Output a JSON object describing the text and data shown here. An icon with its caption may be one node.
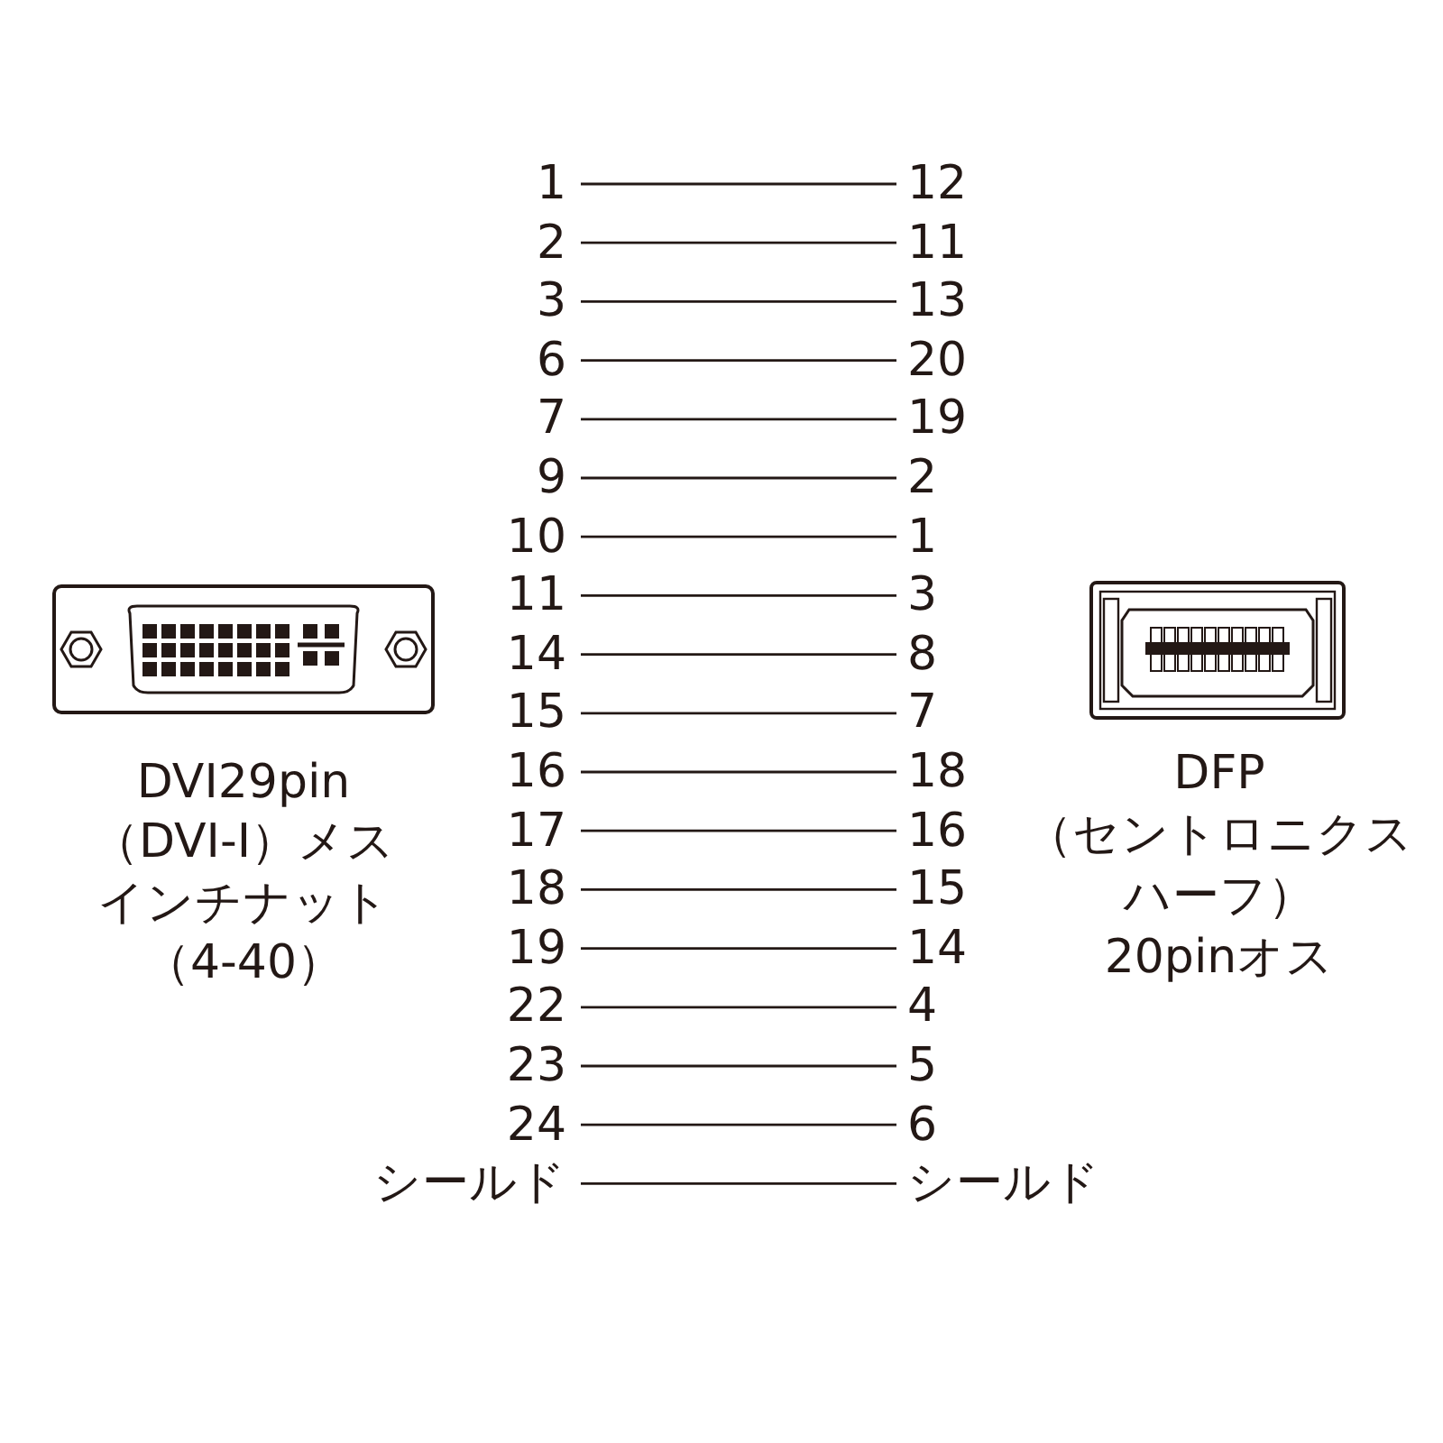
{
  "diagram": {
    "nodes": [
      {
        "text": [
          "1"
        ]
      },
      {
        "text": [
          "12"
        ]
      },
      {
        "text": [
          "2"
        ]
      },
      {
        "text": [
          "11"
        ]
      },
      {
        "text": [
          "3"
        ]
      },
      {
        "text": [
          "13"
        ]
      },
      {
        "text": [
          "6"
        ]
      },
      {
        "text": [
          "20"
        ]
      },
      {
        "text": [
          "7"
        ]
      },
      {
        "text": [
          "19"
        ]
      },
      {
        "text": [
          "9"
        ]
      },
      {
        "text": [
          "2"
        ]
      },
      {
        "text": [
          "10"
        ]
      },
      {
        "text": [
          "1"
        ]
      },
      {
        "text": [
          "11"
        ]
      },
      {
        "text": [
          "3"
        ]
      },
      {
        "text": [
          "14"
        ]
      },
      {
        "text": [
          "8"
        ]
      },
      {
        "text": [
          "15"
        ]
      },
      {
        "text": [
          "7"
        ]
      },
      {
        "text": [
          "16"
        ]
      },
      {
        "text": [
          "18"
        ]
      },
      {
        "text": [
          "17"
        ]
      },
      {
        "text": [
          "16"
        ]
      },
      {
        "text": [
          "18"
        ]
      },
      {
        "text": [
          "15"
        ]
      },
      {
        "text": [
          "19"
        ]
      },
      {
        "text": [
          "14"
        ]
      },
      {
        "text": [
          "22"
        ]
      },
      {
        "text": [
          "4"
        ]
      },
      {
        "text": [
          "23"
        ]
      },
      {
        "text": [
          "5"
        ]
      },
      {
        "text": [
          "24"
        ]
      },
      {
        "text": [
          "6"
        ]
      },
      {
        "text": [
          "シールド"
        ]
      },
      {
        "text": [
          "シールド"
        ]
      }
    ],
    "edges": [
      {
        "from": 0,
        "to": 1,
        "arrow": "none"
      },
      {
        "from": 2,
        "to": 3,
        "arrow": "none"
      },
      {
        "from": 4,
        "to": 5,
        "arrow": "none"
      },
      {
        "from": 6,
        "to": 7,
        "arrow": "none"
      },
      {
        "from": 8,
        "to": 9,
        "arrow": "none"
      },
      {
        "from": 10,
        "to": 11,
        "arrow": "none"
      },
      {
        "from": 12,
        "to": 13,
        "arrow": "none"
      },
      {
        "from": 14,
        "to": 15,
        "arrow": "none"
      },
      {
        "from": 16,
        "to": 17,
        "arrow": "none"
      },
      {
        "from": 18,
        "to": 19,
        "arrow": "none"
      },
      {
        "from": 20,
        "to": 21,
        "arrow": "none"
      },
      {
        "from": 22,
        "to": 23,
        "arrow": "none"
      },
      {
        "from": 24,
        "to": 25,
        "arrow": "none"
      },
      {
        "from": 26,
        "to": 27,
        "arrow": "none"
      },
      {
        "from": 28,
        "to": 29,
        "arrow": "none"
      },
      {
        "from": 30,
        "to": 31,
        "arrow": "none"
      },
      {
        "from": 32,
        "to": 33,
        "arrow": "none"
      },
      {
        "from": 34,
        "to": 35,
        "arrow": "none"
      }
    ],
    "labels": [
      "DVI29pin",
      "（DVI-I）メス",
      "インチナット",
      "（4-40）",
      "DFP",
      "（セントロニクス",
      "ハーフ）",
      "20pinオス"
    ]
  }
}
